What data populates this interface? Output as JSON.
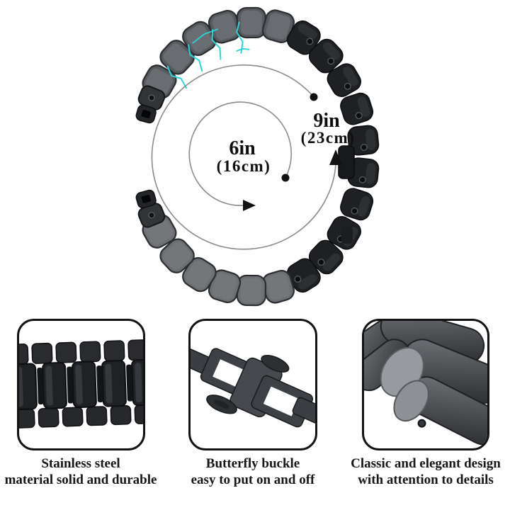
{
  "title": "Watch band product infographic",
  "diagram": {
    "inner_measurement": {
      "inches": "6in",
      "cm": "(16cm)"
    },
    "outer_measurement": {
      "inches": "9in",
      "cm": "(23cm)"
    }
  },
  "features": [
    {
      "image": "steel-links-closeup",
      "caption_line1": "Stainless steel",
      "caption_line2": "material solid and durable"
    },
    {
      "image": "butterfly-buckle-closeup",
      "caption_line1": "Butterfly buckle",
      "caption_line2": "easy to put on and off"
    },
    {
      "image": "angled-links-closeup",
      "caption_line1": "Classic and elegant design",
      "caption_line2": "with attention to details"
    }
  ],
  "colors": {
    "band_gray": "#6c6f73",
    "band_dark": "#1e2023",
    "teal_accent": "#28d7d9",
    "arc_gray": "#8b8b8b",
    "text": "#0e0e0e"
  }
}
